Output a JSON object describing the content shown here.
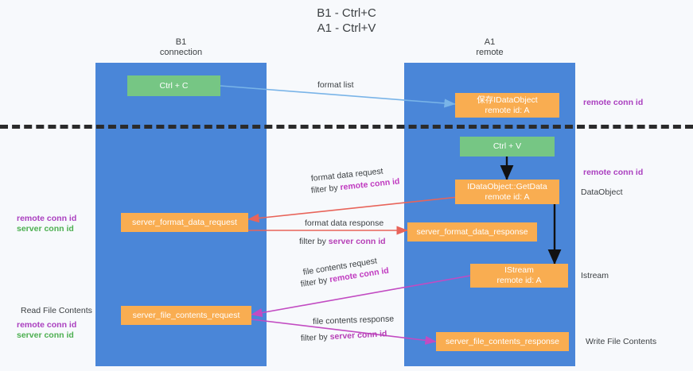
{
  "title": {
    "line1": "B1 - Ctrl+C",
    "line2": "A1 - Ctrl+V"
  },
  "lanes": [
    {
      "id": "b1",
      "name": "B1",
      "subtitle": "connection"
    },
    {
      "id": "a1",
      "name": "A1",
      "subtitle": "remote"
    }
  ],
  "nodes": {
    "ctrl_c": {
      "label": "Ctrl + C",
      "color": "#76c684"
    },
    "ctrl_v": {
      "label": "Ctrl + V",
      "color": "#76c684"
    },
    "idataobject": {
      "line1": "保存IDataObject",
      "line2": "remote id: A",
      "color": "#f9ad51"
    },
    "getdata": {
      "line1": "IDataObject::GetData",
      "line2": "remote id: A",
      "color": "#f9ad51"
    },
    "server_format_data_request": {
      "label": "server_format_data_request",
      "color": "#f9ad51"
    },
    "server_format_data_response": {
      "label": "server_format_data_response",
      "color": "#f9ad51"
    },
    "istream": {
      "line1": "IStream",
      "line2": "remote id: A",
      "color": "#f9ad51"
    },
    "server_file_contents_request": {
      "label": "server_file_contents_request",
      "color": "#f9ad51"
    },
    "server_file_contents_response": {
      "label": "server_file_contents_response",
      "color": "#f9ad51"
    }
  },
  "arrow_labels": {
    "format_list": "format list",
    "format_data_request": "format data request",
    "format_data_request_filter_prefix": "filter by ",
    "format_data_request_filter_value": "remote conn id",
    "format_data_response": "format data response",
    "format_data_response_filter_prefix": "filter by ",
    "format_data_response_filter_value": "server conn id",
    "file_contents_request": "file contents request",
    "file_contents_request_filter_prefix": "filter by ",
    "file_contents_request_filter_value": "remote conn id",
    "file_contents_response": "file contents response",
    "file_contents_response_filter_prefix": "filter by ",
    "file_contents_response_filter_value": "server conn id"
  },
  "annotations": {
    "right_remote_conn_id_top": "remote conn id",
    "right_remote_conn_id_mid": "remote conn id",
    "right_dataobject": "DataObject",
    "right_istream": "Istream",
    "right_write_file_contents": "Write File Contents",
    "left_remote_conn_id_1": "remote conn id",
    "left_server_conn_id_1": "server conn id",
    "left_read_file_contents": "Read File Contents",
    "left_remote_conn_id_2": "remote conn id",
    "left_server_conn_id_2": "server conn id"
  },
  "colors": {
    "lane": "#4a86d8",
    "green_node": "#76c684",
    "orange_node": "#f9ad51",
    "purple_text": "#aa3fbf",
    "green_text": "#4caf50",
    "arrow_blue": "#79b4e8",
    "arrow_red": "#e8645a",
    "arrow_magenta": "#c24bc2",
    "arrow_black": "#1a1a1a",
    "background": "#f7f9fc",
    "divider": "#2b2b2b"
  }
}
